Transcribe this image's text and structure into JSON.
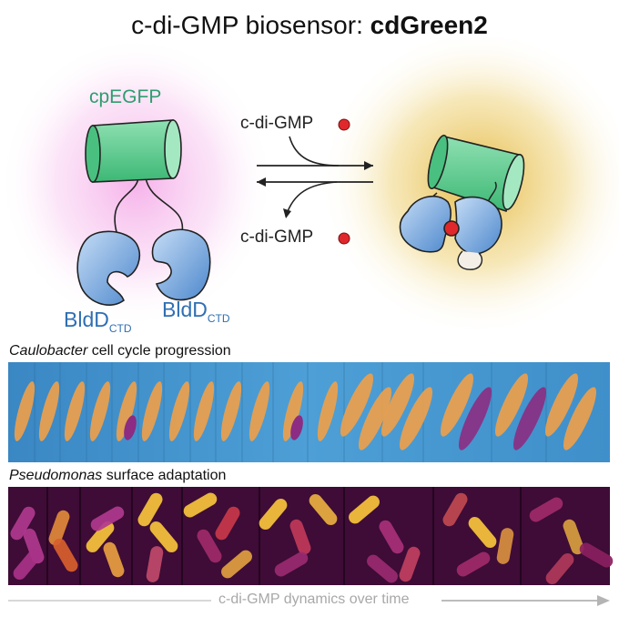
{
  "title": {
    "prefix": "c-di-GMP biosensor: ",
    "bold": "cdGreen2"
  },
  "diagram": {
    "cpegfp_label": "cpEGFP",
    "bldd_main": "BldD",
    "bldd_sub": "CTD",
    "ligand_top": "c-di-GMP",
    "ligand_bottom": "c-di-GMP"
  },
  "strips": [
    {
      "organism": "Caulobacter",
      "description": " cell cycle progression"
    },
    {
      "organism": "Pseudomonas",
      "description": " surface adaptation"
    }
  ],
  "footer": "c-di-GMP dynamics over time",
  "colors": {
    "cpegfp": "#5cc98e",
    "bldd": "#6ea2dc",
    "ligand": "#e0282c",
    "glow_off": "#f6b3ea",
    "glow_on": "#e8c34c",
    "strip1_bg": "#3d8dc6",
    "strip2_bg": "#4a1040",
    "cell_orange": "#f0a048",
    "cell_purple": "#8c2c82",
    "cell_yellow": "#f7c43b"
  }
}
